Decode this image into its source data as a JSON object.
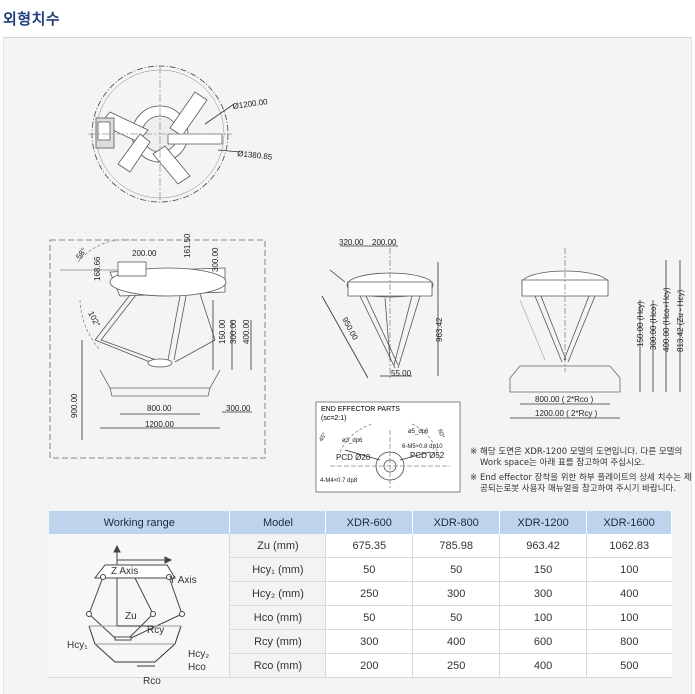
{
  "page": {
    "title": "외형치수"
  },
  "top_view": {
    "dims": [
      "Ø1200.00",
      "Ø1380.85"
    ]
  },
  "front_view": {
    "dims": [
      "200.00",
      "161.50",
      "168.66",
      "300.00",
      "58°",
      "102°",
      "400.00",
      "300.00",
      "150.00",
      "800.00",
      "300.00",
      "900.00",
      "1200.00"
    ]
  },
  "side_view": {
    "dims": [
      "320.00",
      "200.00",
      "950.00",
      "963.42",
      "55.00"
    ]
  },
  "right_view": {
    "dims": [
      "150.00 (Hcy)",
      "300.00 (Hco)",
      "400.00 (Hco+Hcy)",
      "813.42 (Zu - Hcy)",
      "800.00 ( 2*Rco )",
      "1200.00 ( 2*Rcy )"
    ]
  },
  "end_effector": {
    "title": "END EFFECTOR PARTS",
    "scale": "(sc=2:1)",
    "labels": [
      "45°",
      "ø3_dp6",
      "ø5_dp6",
      "6-M5×0.8 dp10",
      "60°",
      "PCD Ø20",
      "PCD Ø52",
      "4-M4×0.7 dp8"
    ]
  },
  "notes": [
    {
      "bullet": "※",
      "text": "해당 도면은 XDR-1200 모델의 도면입니다. 다른 모델의 Work space는 아래 표를 참고하여 주십시오."
    },
    {
      "bullet": "※",
      "text": "End effector 장착을 위한 하부 플레이트의 상세 치수는 제공되는로봇 사용자 매뉴얼을 참고하여 주시기 바랍니다."
    }
  ],
  "table": {
    "headers": [
      "Working range",
      "Model",
      "XDR-600",
      "XDR-800",
      "XDR-1200",
      "XDR-1600"
    ],
    "rows": [
      {
        "label": "Zu (mm)",
        "values": [
          "675.35",
          "785.98",
          "963.42",
          "1062.83"
        ]
      },
      {
        "label": "Hcy₁ (mm)",
        "values": [
          "50",
          "50",
          "150",
          "100"
        ]
      },
      {
        "label": "Hcy₂ (mm)",
        "values": [
          "250",
          "300",
          "300",
          "400"
        ]
      },
      {
        "label": "Hco (mm)",
        "values": [
          "50",
          "50",
          "100",
          "100"
        ]
      },
      {
        "label": "Rcy (mm)",
        "values": [
          "300",
          "400",
          "600",
          "800"
        ]
      },
      {
        "label": "Rco (mm)",
        "values": [
          "200",
          "250",
          "400",
          "500"
        ]
      }
    ],
    "diagram_labels": {
      "z_axis": "Z Axis",
      "y_axis": "Y Axis",
      "zu": "Zu",
      "rcy": "Rcy",
      "hcy1": "Hcy₁",
      "hcy2": "Hcy₂",
      "hco": "Hco",
      "rco": "Rco"
    }
  }
}
